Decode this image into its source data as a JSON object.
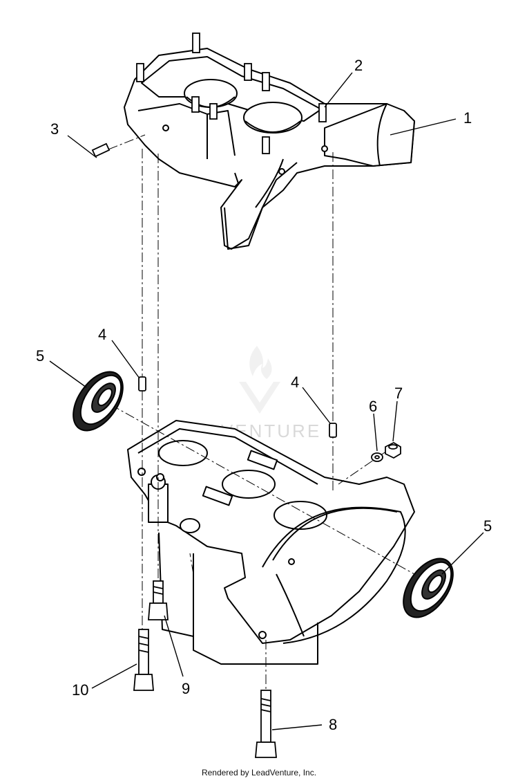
{
  "callouts": {
    "c1": "1",
    "c2": "2",
    "c3": "3",
    "c4a": "4",
    "c4b": "4",
    "c5a": "5",
    "c5b": "5",
    "c6": "6",
    "c7": "7",
    "c8": "8",
    "c9": "9",
    "c10": "10"
  },
  "watermark": "LEADVENTURE",
  "footer": "Rendered by LeadVenture, Inc."
}
